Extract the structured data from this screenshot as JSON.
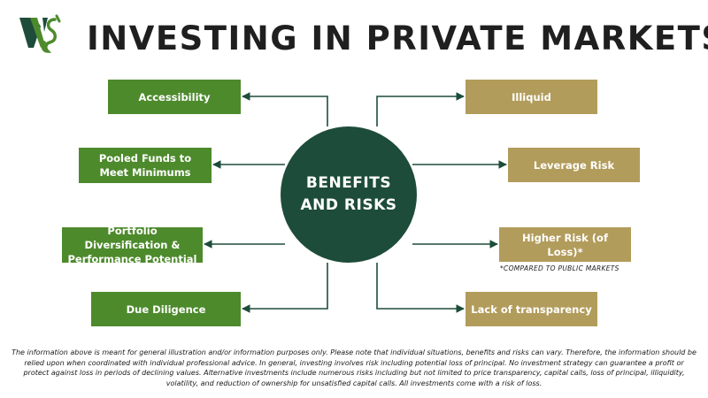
{
  "header": {
    "title": "INVESTING IN PRIVATE MARKETS",
    "logo_icon": "ws-monogram-logo"
  },
  "center": {
    "label": "BENEFITS\nAND RISKS",
    "color": "#1e4c3a"
  },
  "benefits": [
    {
      "label": "Accessibility"
    },
    {
      "label": "Pooled Funds to Meet Minimums"
    },
    {
      "label": "Portfolio Diversification & Performance Potential"
    },
    {
      "label": "Due Diligence"
    }
  ],
  "risks": [
    {
      "label": "Illiquid"
    },
    {
      "label": "Leverage Risk"
    },
    {
      "label": "Higher Risk (of Loss)*"
    },
    {
      "label": "Lack of transparency"
    }
  ],
  "footnote": "*COMPARED TO PUBLIC MARKETS",
  "disclaimer": "The information above is meant for general illustration and/or information purposes only. Please note that individual situations, benefits and risks can vary. Therefore, the information should be relied upon when coordinated with individual professional advice. In general, investing involves risk including potential loss of principal. No investment strategy can guarantee a profit or protect against loss in periods of declining values. Alternative investments include numerous risks including but not limited to price transparency, capital calls, loss of principal, illiquidity, volatility, and reduction of ownership for unsatisfied capital calls. All investments come with a risk of loss.",
  "colors": {
    "benefit": "#4d8a2c",
    "risk": "#b29c5b",
    "line": "#1e4c3a"
  }
}
